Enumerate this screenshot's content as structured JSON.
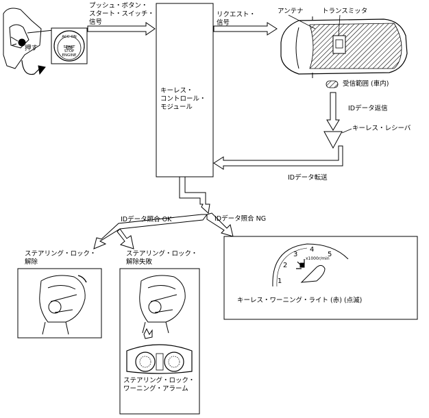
{
  "labels": {
    "push_button_signal_l1": "プッシュ・ボタン・",
    "push_button_signal_l2": "スタート・スイッチ・",
    "push_button_signal_l3": "信号",
    "press": "押す",
    "request_signal_l1": "リクエスト・",
    "request_signal_l2": "信号",
    "antenna": "アンテナ",
    "transmitter": "トランスミッタ",
    "reception_range": "受信範囲 (車内)",
    "keyless_module_l1": "キーレス・",
    "keyless_module_l2": "コントロール・",
    "keyless_module_l3": "モジュール",
    "id_reply": "IDデータ返信",
    "keyless_receiver": "キーレス・レシーバ",
    "id_transfer": "IDデータ転送",
    "id_ok": "IDデータ照合 OK",
    "id_ng": "IDデータ照合 NG",
    "unlock_l1": "ステアリング・ロック・",
    "unlock_l2": "解除",
    "unlock_fail_l1": "ステアリング・ロック・",
    "unlock_fail_l2": "解除失敗",
    "lock_alarm_l1": "ステアリング・ロック・",
    "lock_alarm_l2": "ワーニング・アラーム",
    "warning_light": "キーレス・ワーニング・ライト (赤) (点滅)"
  },
  "switch_face": {
    "acc": "ACC",
    "on": "ON",
    "l1": "START",
    "l2": "STOP",
    "l3": "ENGINE"
  },
  "gauge": {
    "ticks": [
      "1",
      "2",
      "3",
      "4",
      "5"
    ],
    "unit": "x1000r/min"
  }
}
